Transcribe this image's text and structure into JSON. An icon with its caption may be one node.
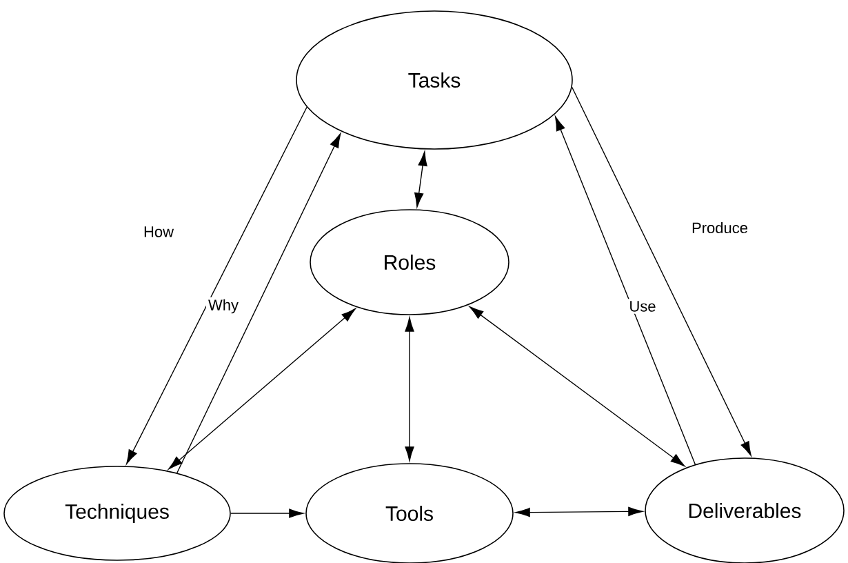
{
  "diagram": {
    "nodes": [
      {
        "text": [
          "Tasks"
        ]
      },
      {
        "text": [
          "Roles"
        ]
      },
      {
        "text": [
          "Techniques"
        ]
      },
      {
        "text": [
          "Tools"
        ]
      },
      {
        "text": [
          "Deliverables"
        ]
      }
    ],
    "edges": [
      {
        "from": 0,
        "to": 2,
        "arrow": "to",
        "label": "How"
      },
      {
        "from": 2,
        "to": 0,
        "arrow": "to",
        "label": "Why"
      },
      {
        "from": 0,
        "to": 1,
        "arrow": "both"
      },
      {
        "from": 0,
        "to": 4,
        "arrow": "to",
        "label": "Produce"
      },
      {
        "from": 4,
        "to": 0,
        "arrow": "to",
        "label": "Use"
      },
      {
        "from": 1,
        "to": 2,
        "arrow": "both"
      },
      {
        "from": 1,
        "to": 3,
        "arrow": "both"
      },
      {
        "from": 1,
        "to": 4,
        "arrow": "both"
      },
      {
        "from": 2,
        "to": 3,
        "arrow": "to"
      },
      {
        "from": 3,
        "to": 4,
        "arrow": "both"
      }
    ]
  }
}
